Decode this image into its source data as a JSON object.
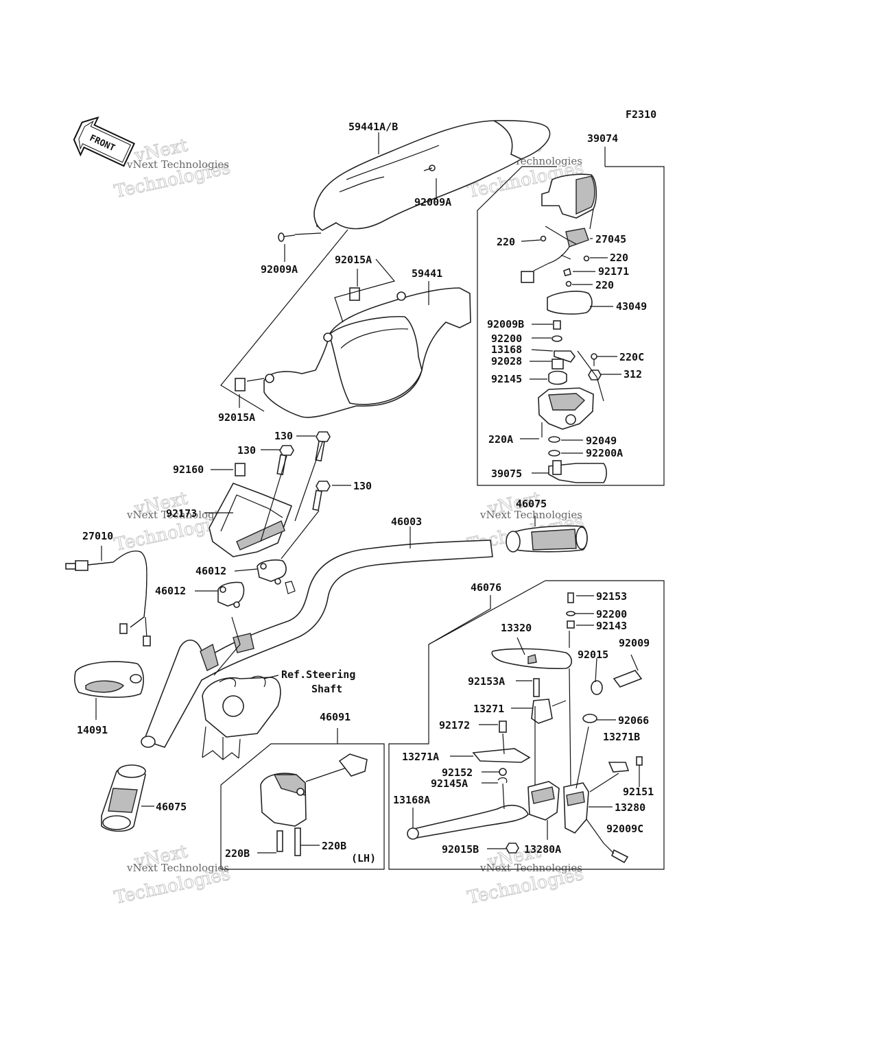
{
  "figure_code": "F2310",
  "front_marker": "FRONT",
  "watermark": {
    "line1": "vNext Technologies",
    "line2": "Technologies",
    "mark": "vNext"
  },
  "labels": {
    "l59441AB": "59441A/B",
    "l92009A_top": "92009A",
    "l92009A_left": "92009A",
    "l92015A_top": "92015A",
    "l59441": "59441",
    "l92015A_bottom": "92015A",
    "l39074": "39074",
    "l220_a": "220",
    "l27045": "27045",
    "l220_b": "220",
    "l92171": "92171",
    "l220_c": "220",
    "l43049": "43049",
    "l92009B": "92009B",
    "l92200": "92200",
    "l13168": "13168",
    "l220C": "220C",
    "l92028": "92028",
    "l312": "312",
    "l92145": "92145",
    "l220A": "220A",
    "l92049": "92049",
    "l92200A": "92200A",
    "l39075": "39075",
    "l130_a": "130",
    "l130_b": "130",
    "l92160": "92160",
    "l130_c": "130",
    "l92173": "92173",
    "l46075_top": "46075",
    "l46003": "46003",
    "l27010": "27010",
    "l46012_a": "46012",
    "l46012_b": "46012",
    "l46076": "46076",
    "l92153": "92153",
    "l92200_r": "92200",
    "l92143": "92143",
    "l13320": "13320",
    "l92009_r": "92009",
    "l92015": "92015",
    "l92153A": "92153A",
    "l13271": "13271",
    "l92066": "92066",
    "l92172": "92172",
    "l13271B": "13271B",
    "l13271A": "13271A",
    "l92152": "92152",
    "l92145A": "92145A",
    "l92151": "92151",
    "l13168A": "13168A",
    "l13280": "13280",
    "l92009C": "92009C",
    "l92015B": "92015B",
    "l13280A": "13280A",
    "l14091": "14091",
    "l46075_bottom": "46075",
    "l46091": "46091",
    "l220B_a": "220B",
    "l220B_b": "220B",
    "lLH": "(LH)",
    "ref_line1": "Ref.Steering",
    "ref_line2": "Shaft"
  }
}
